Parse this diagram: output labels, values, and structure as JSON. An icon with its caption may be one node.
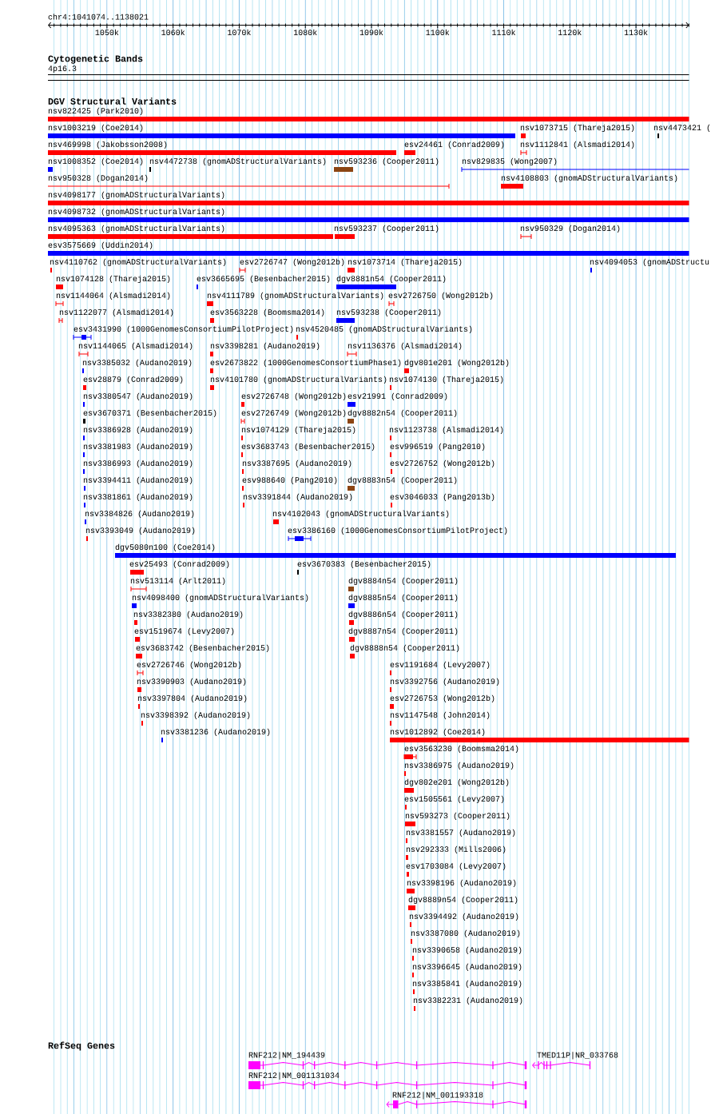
{
  "diagram": {
    "nodes": [
      {
        "text": [],
        "shape": "box",
        "beside": [
          "4p16.3"
        ]
      },
      {
        "text": [],
        "shape": "bar",
        "beside": [
          "nsv822425 (Park2010)"
        ]
      },
      {
        "text": [],
        "shape": "bar",
        "beside": [
          "nsv1003219 (Coe2014)"
        ]
      },
      {
        "text": [],
        "shape": "bar",
        "beside": [
          "nsv1073715 (Thareja2015)"
        ]
      },
      {
        "text": [],
        "shape": "bar",
        "beside": [
          "nsv4473421 ("
        ]
      },
      {
        "text": [],
        "shape": "bar",
        "beside": [
          "nsv469998 (Jakobsson2008)"
        ]
      },
      {
        "text": [],
        "shape": "bar",
        "beside": [
          "esv24461 (Conrad2009)"
        ]
      },
      {
        "text": [],
        "shape": "bar",
        "beside": [
          "nsv1112841 (Alsmadi2014)"
        ]
      },
      {
        "text": [],
        "shape": "bar",
        "beside": [
          "nsv1008352 (Coe2014)"
        ]
      },
      {
        "text": [],
        "shape": "bar",
        "beside": [
          "nsv4472738 (gnomADStructuralVariants)"
        ]
      },
      {
        "text": [],
        "shape": "bar",
        "beside": [
          "nsv593236 (Cooper2011)"
        ]
      },
      {
        "text": [],
        "shape": "bar",
        "beside": [
          "nsv829835 (Wong2007)"
        ]
      },
      {
        "text": [],
        "shape": "bar",
        "beside": [
          "nsv950328 (Dogan2014)"
        ]
      },
      {
        "text": [],
        "shape": "bar",
        "beside": [
          "nsv4108803 (gnomADStructuralVariants)"
        ]
      },
      {
        "text": [],
        "shape": "bar",
        "beside": [
          "nsv4098177 (gnomADStructuralVariants)"
        ]
      },
      {
        "text": [],
        "shape": "bar",
        "beside": [
          "nsv4098732 (gnomADStructuralVariants)"
        ]
      },
      {
        "text": [],
        "shape": "bar",
        "beside": [
          "nsv4095363 (gnomADStructuralVariants)"
        ]
      },
      {
        "text": [],
        "shape": "bar",
        "beside": [
          "nsv593237 (Cooper2011)"
        ]
      },
      {
        "text": [],
        "shape": "bar",
        "beside": [
          "nsv950329 (Dogan2014)"
        ]
      },
      {
        "text": [],
        "shape": "bar",
        "beside": [
          "esv3575669 (Uddin2014)"
        ]
      },
      {
        "text": [],
        "shape": "bar",
        "beside": [
          "nsv4110762 (gnomADStructuralVariants)"
        ]
      },
      {
        "text": [],
        "shape": "bar",
        "beside": [
          "esv2726747 (Wong2012b)"
        ]
      },
      {
        "text": [],
        "shape": "bar",
        "beside": [
          "nsv1073714 (Thareja2015)"
        ]
      },
      {
        "text": [],
        "shape": "bar",
        "beside": [
          "nsv4094053 (gnomADStructu"
        ]
      },
      {
        "text": [],
        "shape": "bar",
        "beside": [
          "nsv1074128 (Thareja2015)"
        ]
      },
      {
        "text": [],
        "shape": "bar",
        "beside": [
          "esv3665695 (Besenbacher2015)"
        ]
      },
      {
        "text": [],
        "shape": "bar",
        "beside": [
          "dgv8881n54 (Cooper2011)"
        ]
      },
      {
        "text": [],
        "shape": "bar",
        "beside": [
          "nsv1144064 (Alsmadi2014)"
        ]
      },
      {
        "text": [],
        "shape": "bar",
        "beside": [
          "nsv4111789 (gnomADStructuralVariants)"
        ]
      },
      {
        "text": [],
        "shape": "bar",
        "beside": [
          "esv2726750 (Wong2012b)"
        ]
      },
      {
        "text": [],
        "shape": "bar",
        "beside": [
          "nsv1122077 (Alsmadi2014)"
        ]
      },
      {
        "text": [],
        "shape": "bar",
        "beside": [
          "esv3563228 (Boomsma2014)"
        ]
      },
      {
        "text": [],
        "shape": "bar",
        "beside": [
          "nsv593238 (Cooper2011)"
        ]
      },
      {
        "text": [],
        "shape": "bar",
        "beside": [
          "esv3431990 (1000GenomesConsortiumPilotProject)"
        ]
      },
      {
        "text": [],
        "shape": "bar",
        "beside": [
          "nsv4520485 (gnomADStructuralVariants)"
        ]
      },
      {
        "text": [],
        "shape": "bar",
        "beside": [
          "nsv1144065 (Alsmadi2014)"
        ]
      },
      {
        "text": [],
        "shape": "bar",
        "beside": [
          "nsv3398281 (Audano2019)"
        ]
      },
      {
        "text": [],
        "shape": "bar",
        "beside": [
          "nsv1136376 (Alsmadi2014)"
        ]
      },
      {
        "text": [],
        "shape": "bar",
        "beside": [
          "nsv3385032 (Audano2019)"
        ]
      },
      {
        "text": [],
        "shape": "bar",
        "beside": [
          "esv2673822 (1000GenomesConsortiumPhase1)"
        ]
      },
      {
        "text": [],
        "shape": "bar",
        "beside": [
          "dgv801e201 (Wong2012b)"
        ]
      },
      {
        "text": [],
        "shape": "bar",
        "beside": [
          "esv28879 (Conrad2009)"
        ]
      },
      {
        "text": [],
        "shape": "bar",
        "beside": [
          "nsv4101780 (gnomADStructuralVariants)"
        ]
      },
      {
        "text": [],
        "shape": "bar",
        "beside": [
          "nsv1074130 (Thareja2015)"
        ]
      },
      {
        "text": [],
        "shape": "bar",
        "beside": [
          "nsv3380547 (Audano2019)"
        ]
      },
      {
        "text": [],
        "shape": "bar",
        "beside": [
          "esv2726748 (Wong2012b)"
        ]
      },
      {
        "text": [],
        "shape": "bar",
        "beside": [
          "esv21991 (Conrad2009)"
        ]
      },
      {
        "text": [],
        "shape": "bar",
        "beside": [
          "esv3670371 (Besenbacher2015)"
        ]
      },
      {
        "text": [],
        "shape": "bar",
        "beside": [
          "esv2726749 (Wong2012b)"
        ]
      },
      {
        "text": [],
        "shape": "bar",
        "beside": [
          "dgv8882n54 (Cooper2011)"
        ]
      },
      {
        "text": [],
        "shape": "bar",
        "beside": [
          "nsv3386928 (Audano2019)"
        ]
      },
      {
        "text": [],
        "shape": "bar",
        "beside": [
          "nsv1074129 (Thareja2015)"
        ]
      },
      {
        "text": [],
        "shape": "bar",
        "beside": [
          "nsv1123738 (Alsmadi2014)"
        ]
      },
      {
        "text": [],
        "shape": "bar",
        "beside": [
          "nsv3381983 (Audano2019)"
        ]
      },
      {
        "text": [],
        "shape": "bar",
        "beside": [
          "esv3683743 (Besenbacher2015)"
        ]
      },
      {
        "text": [],
        "shape": "bar",
        "beside": [
          "esv996519 (Pang2010)"
        ]
      },
      {
        "text": [],
        "shape": "bar",
        "beside": [
          "nsv3386993 (Audano2019)"
        ]
      },
      {
        "text": [],
        "shape": "bar",
        "beside": [
          "nsv3387695 (Audano2019)"
        ]
      },
      {
        "text": [],
        "shape": "bar",
        "beside": [
          "esv2726752 (Wong2012b)"
        ]
      },
      {
        "text": [],
        "shape": "bar",
        "beside": [
          "nsv3394411 (Audano2019)"
        ]
      },
      {
        "text": [],
        "shape": "bar",
        "beside": [
          "esv988640 (Pang2010)"
        ]
      },
      {
        "text": [],
        "shape": "bar",
        "beside": [
          "dgv8883n54 (Cooper2011)"
        ]
      },
      {
        "text": [],
        "shape": "bar",
        "beside": [
          "nsv3381861 (Audano2019)"
        ]
      },
      {
        "text": [],
        "shape": "bar",
        "beside": [
          "nsv3391844 (Audano2019)"
        ]
      },
      {
        "text": [],
        "shape": "bar",
        "beside": [
          "esv3046033 (Pang2013b)"
        ]
      },
      {
        "text": [],
        "shape": "bar",
        "beside": [
          "nsv3384826 (Audano2019)"
        ]
      },
      {
        "text": [],
        "shape": "bar",
        "beside": [
          "nsv4102043 (gnomADStructuralVariants)"
        ]
      },
      {
        "text": [],
        "shape": "bar",
        "beside": [
          "nsv3393049 (Audano2019)"
        ]
      },
      {
        "text": [],
        "shape": "bar",
        "beside": [
          "esv3386160 (1000GenomesConsortiumPilotProject)"
        ]
      },
      {
        "text": [],
        "shape": "bar",
        "beside": [
          "dgv5080n100 (Coe2014)"
        ]
      },
      {
        "text": [],
        "shape": "bar",
        "beside": [
          "esv25493 (Conrad2009)"
        ]
      },
      {
        "text": [],
        "shape": "bar",
        "beside": [
          "esv3670383 (Besenbacher2015)"
        ]
      },
      {
        "text": [],
        "shape": "bar",
        "beside": [
          "nsv513114 (Arlt2011)"
        ]
      },
      {
        "text": [],
        "shape": "bar",
        "beside": [
          "dgv8884n54 (Cooper2011)"
        ]
      },
      {
        "text": [],
        "shape": "bar",
        "beside": [
          "nsv4098400 (gnomADStructuralVariants)"
        ]
      },
      {
        "text": [],
        "shape": "bar",
        "beside": [
          "dgv8885n54 (Cooper2011)"
        ]
      },
      {
        "text": [],
        "shape": "bar",
        "beside": [
          "nsv3382380 (Audano2019)"
        ]
      },
      {
        "text": [],
        "shape": "bar",
        "beside": [
          "dgv8886n54 (Cooper2011)"
        ]
      },
      {
        "text": [],
        "shape": "bar",
        "beside": [
          "esv1519674 (Levy2007)"
        ]
      },
      {
        "text": [],
        "shape": "bar",
        "beside": [
          "dgv8887n54 (Cooper2011)"
        ]
      },
      {
        "text": [],
        "shape": "bar",
        "beside": [
          "esv3683742 (Besenbacher2015)"
        ]
      },
      {
        "text": [],
        "shape": "bar",
        "beside": [
          "dgv8888n54 (Cooper2011)"
        ]
      },
      {
        "text": [],
        "shape": "bar",
        "beside": [
          "esv2726746 (Wong2012b)"
        ]
      },
      {
        "text": [],
        "shape": "bar",
        "beside": [
          "esv1191684 (Levy2007)"
        ]
      },
      {
        "text": [],
        "shape": "bar",
        "beside": [
          "nsv3390903 (Audano2019)"
        ]
      },
      {
        "text": [],
        "shape": "bar",
        "beside": [
          "nsv3392756 (Audano2019)"
        ]
      },
      {
        "text": [],
        "shape": "bar",
        "beside": [
          "nsv3397804 (Audano2019)"
        ]
      },
      {
        "text": [],
        "shape": "bar",
        "beside": [
          "esv2726753 (Wong2012b)"
        ]
      },
      {
        "text": [],
        "shape": "bar",
        "beside": [
          "nsv3398392 (Audano2019)"
        ]
      },
      {
        "text": [],
        "shape": "bar",
        "beside": [
          "nsv1147548 (John2014)"
        ]
      },
      {
        "text": [],
        "shape": "bar",
        "beside": [
          "nsv3381236 (Audano2019)"
        ]
      },
      {
        "text": [],
        "shape": "bar",
        "beside": [
          "nsv1012892 (Coe2014)"
        ]
      },
      {
        "text": [],
        "shape": "bar",
        "beside": [
          "esv3563230 (Boomsma2014)"
        ]
      },
      {
        "text": [],
        "shape": "bar",
        "beside": [
          "nsv3386975 (Audano2019)"
        ]
      },
      {
        "text": [],
        "shape": "bar",
        "beside": [
          "dgv802e201 (Wong2012b)"
        ]
      },
      {
        "text": [],
        "shape": "bar",
        "beside": [
          "esv1505561 (Levy2007)"
        ]
      },
      {
        "text": [],
        "shape": "bar",
        "beside": [
          "nsv593273 (Cooper2011)"
        ]
      },
      {
        "text": [],
        "shape": "bar",
        "beside": [
          "nsv3381557 (Audano2019)"
        ]
      },
      {
        "text": [],
        "shape": "bar",
        "beside": [
          "nsv292333 (Mills2006)"
        ]
      },
      {
        "text": [],
        "shape": "bar",
        "beside": [
          "esv1703084 (Levy2007)"
        ]
      },
      {
        "text": [],
        "shape": "bar",
        "beside": [
          "nsv3398196 (Audano2019)"
        ]
      },
      {
        "text": [],
        "shape": "bar",
        "beside": [
          "dgv8889n54 (Cooper2011)"
        ]
      },
      {
        "text": [],
        "shape": "bar",
        "beside": [
          "nsv3394492 (Audano2019)"
        ]
      },
      {
        "text": [],
        "shape": "bar",
        "beside": [
          "nsv3387080 (Audano2019)"
        ]
      },
      {
        "text": [],
        "shape": "bar",
        "beside": [
          "nsv3390658 (Audano2019)"
        ]
      },
      {
        "text": [],
        "shape": "bar",
        "beside": [
          "nsv3396645 (Audano2019)"
        ]
      },
      {
        "text": [],
        "shape": "bar",
        "beside": [
          "nsv3385841 (Audano2019)"
        ]
      },
      {
        "text": [],
        "shape": "bar",
        "beside": [
          "nsv3382231 (Audano2019)"
        ]
      },
      {
        "text": [],
        "shape": "line",
        "beside": [
          "RNF212|NM_194439"
        ]
      },
      {
        "text": [],
        "shape": "line",
        "beside": [
          "TMED11P|NR_033768"
        ]
      },
      {
        "text": [],
        "shape": "line",
        "beside": [
          "RNF212|NM_001131034"
        ]
      },
      {
        "text": [],
        "shape": "line",
        "beside": [
          "RNF212|NM_001193318"
        ]
      }
    ],
    "labels": [
      "chr4:1041074..1138021",
      "1050k",
      "1060k",
      "1070k",
      "1080k",
      "1090k",
      "1100k",
      "1110k",
      "1120k",
      "1130k",
      "Cytogenetic Bands",
      "DGV Structural Variants",
      "RefSeq Genes"
    ]
  }
}
